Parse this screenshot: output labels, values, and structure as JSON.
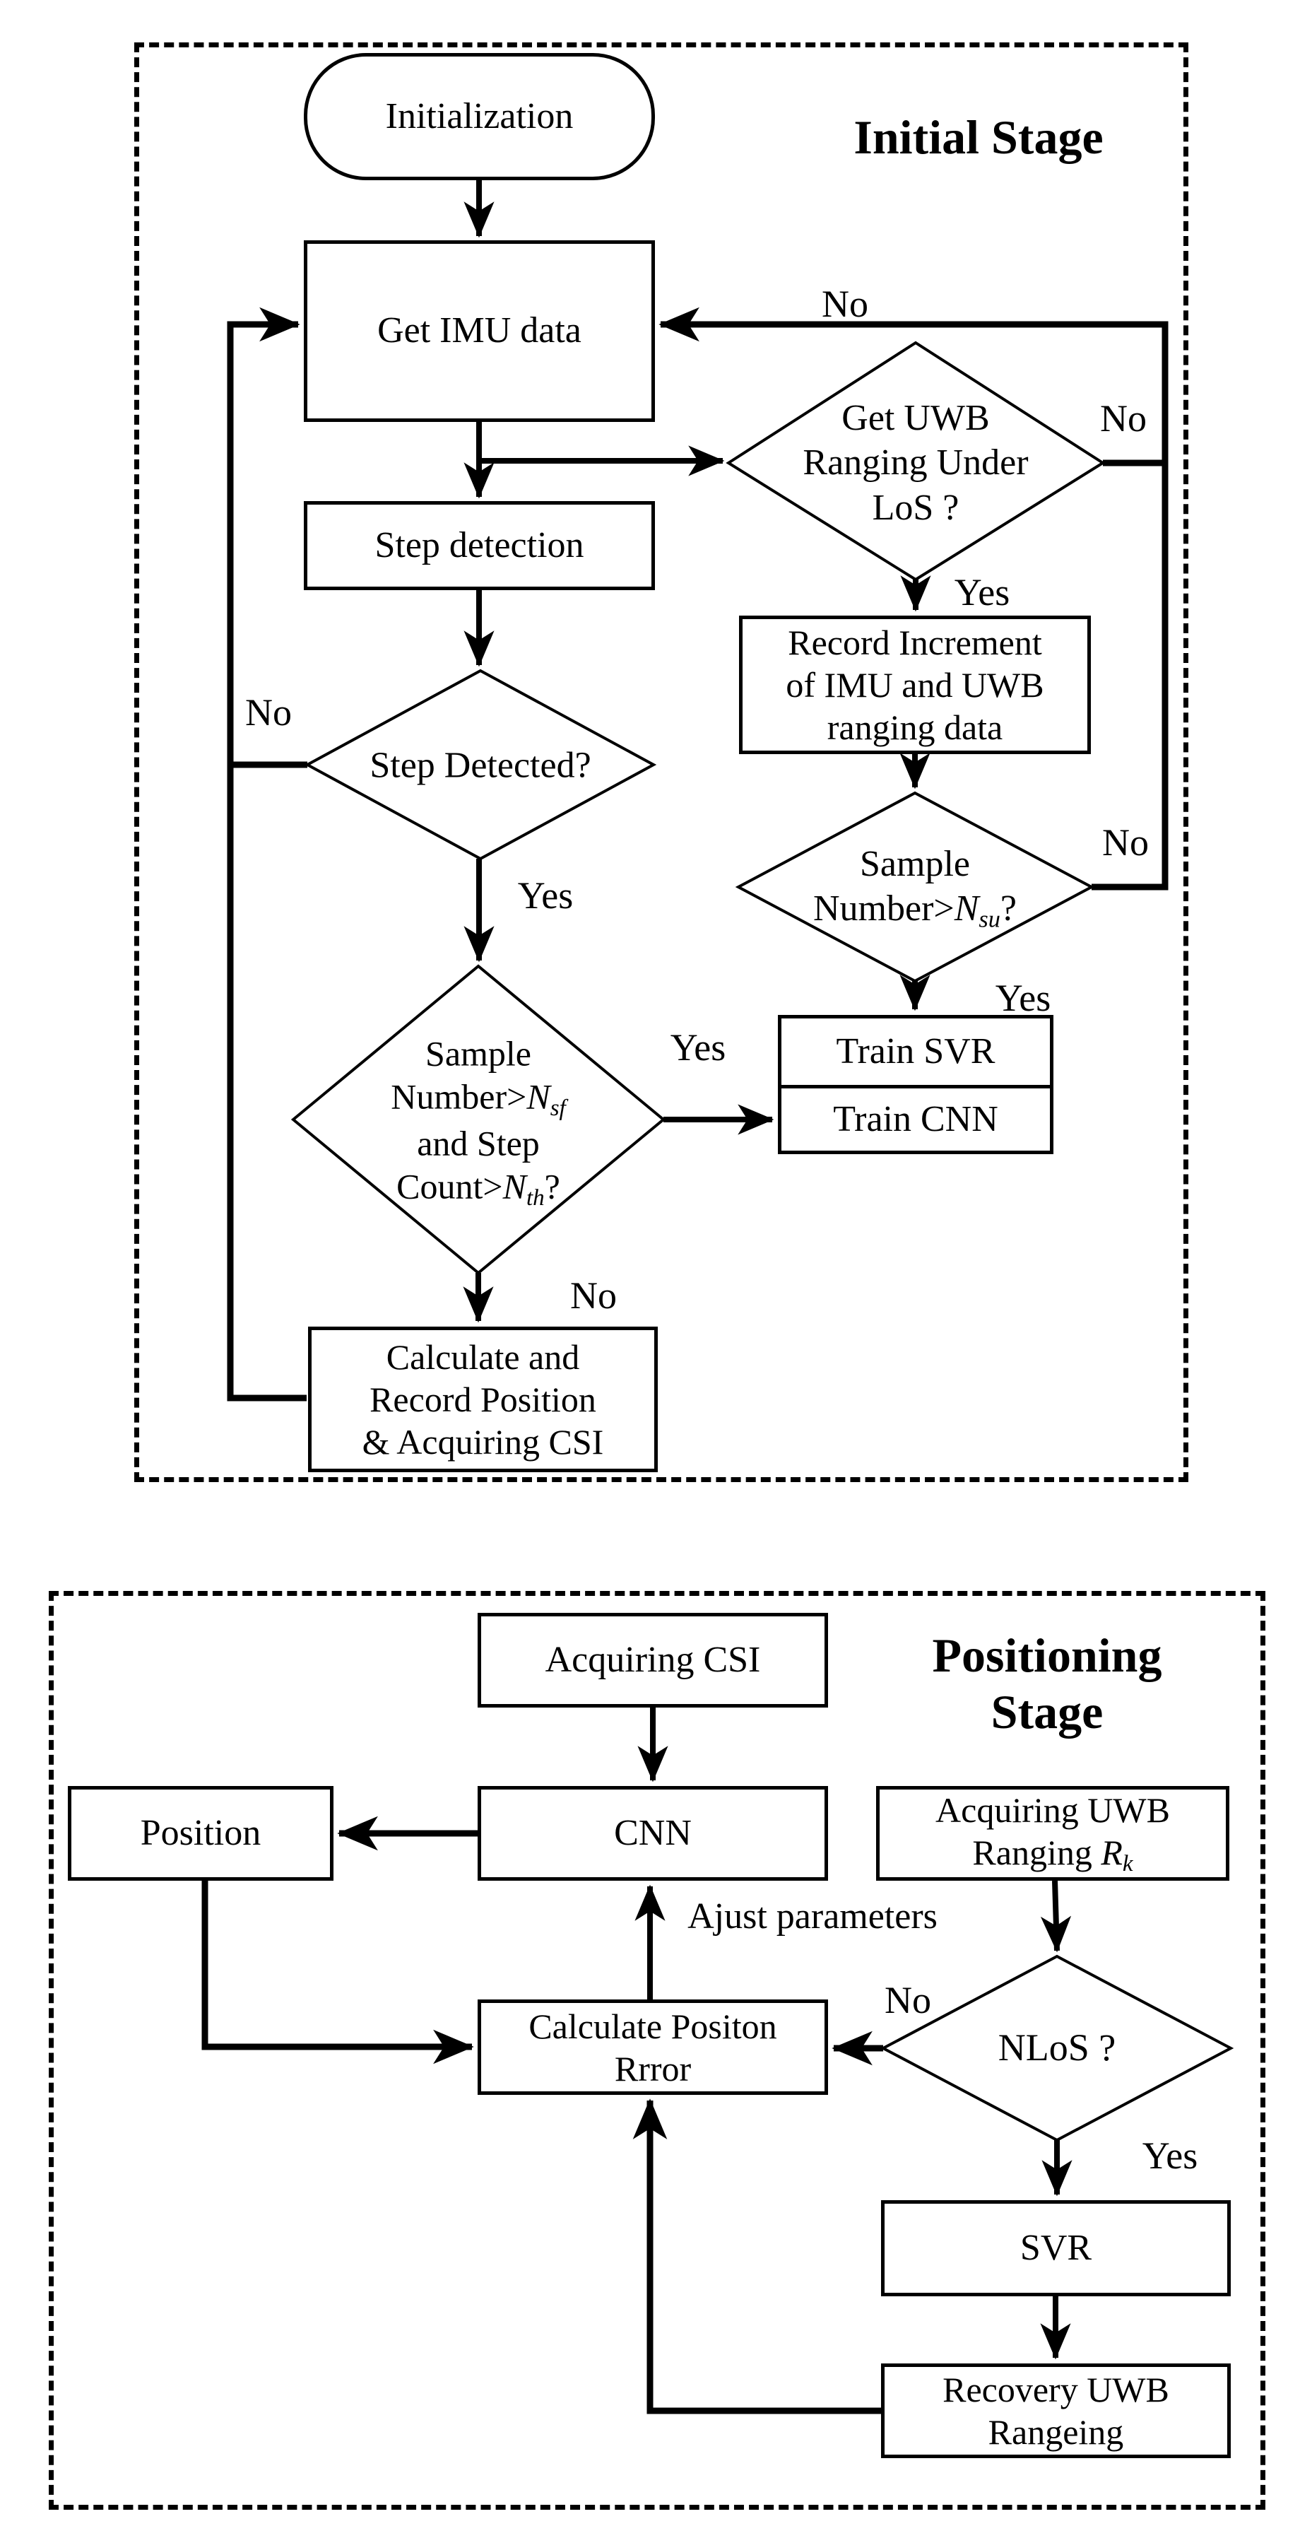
{
  "stage1": {
    "title": "Initial Stage",
    "nodes": {
      "initialization": "Initialization",
      "get_imu": "Get IMU data",
      "step_detection": "Step detection",
      "step_detected": "Step Detected?",
      "get_uwb": {
        "line1": "Get UWB",
        "line2": "Ranging Under",
        "line3": "LoS ?"
      },
      "record_increment": {
        "line1": "Record Increment",
        "line2": "of IMU and UWB",
        "line3": "ranging data"
      },
      "sample_nsu": {
        "line1": "Sample",
        "line2_pre": "Number>",
        "line2_var": "N",
        "line2_sub": "su",
        "line2_post": "?"
      },
      "train_svr": "Train SVR",
      "train_cnn": "Train CNN",
      "sample_nsf": {
        "line1": "Sample",
        "line2_pre": "Number>",
        "line2_var": "N",
        "line2_sub": "sf",
        "line3": "and Step",
        "line4_pre": "Count>",
        "line4_var": "N",
        "line4_sub": "th",
        "line4_post": "?"
      },
      "calculate_record": {
        "line1": "Calculate and",
        "line2": "Record Position",
        "line3": "& Acquiring CSI"
      }
    },
    "edge_labels": {
      "no_top_feedback": "No",
      "no_get_uwb": "No",
      "yes_get_uwb": "Yes",
      "no_sample_nsu": "No",
      "yes_sample_nsu": "Yes",
      "no_step_detected": "No",
      "yes_step_detected": "Yes",
      "yes_sample_nsf": "Yes",
      "no_sample_nsf": "No"
    }
  },
  "stage2": {
    "title": {
      "line1": "Positioning",
      "line2": "Stage"
    },
    "nodes": {
      "acquiring_csi": "Acquiring CSI",
      "position": "Position",
      "cnn": "CNN",
      "acquiring_uwb": {
        "line1": "Acquiring UWB",
        "line2_pre": "Ranging ",
        "line2_var": "R",
        "line2_sub": "k"
      },
      "calculate_position_error": {
        "line1": "Calculate Positon",
        "line2": "Rrror"
      },
      "nlos": "NLoS ?",
      "svr": "SVR",
      "recovery_uwb": {
        "line1": "Recovery UWB",
        "line2": "Rangeing"
      }
    },
    "edge_labels": {
      "adjust_parameters": "Ajust parameters",
      "no_nlos": "No",
      "yes_nlos": "Yes"
    }
  },
  "colors": {
    "stroke": "#000000",
    "background": "#ffffff"
  }
}
